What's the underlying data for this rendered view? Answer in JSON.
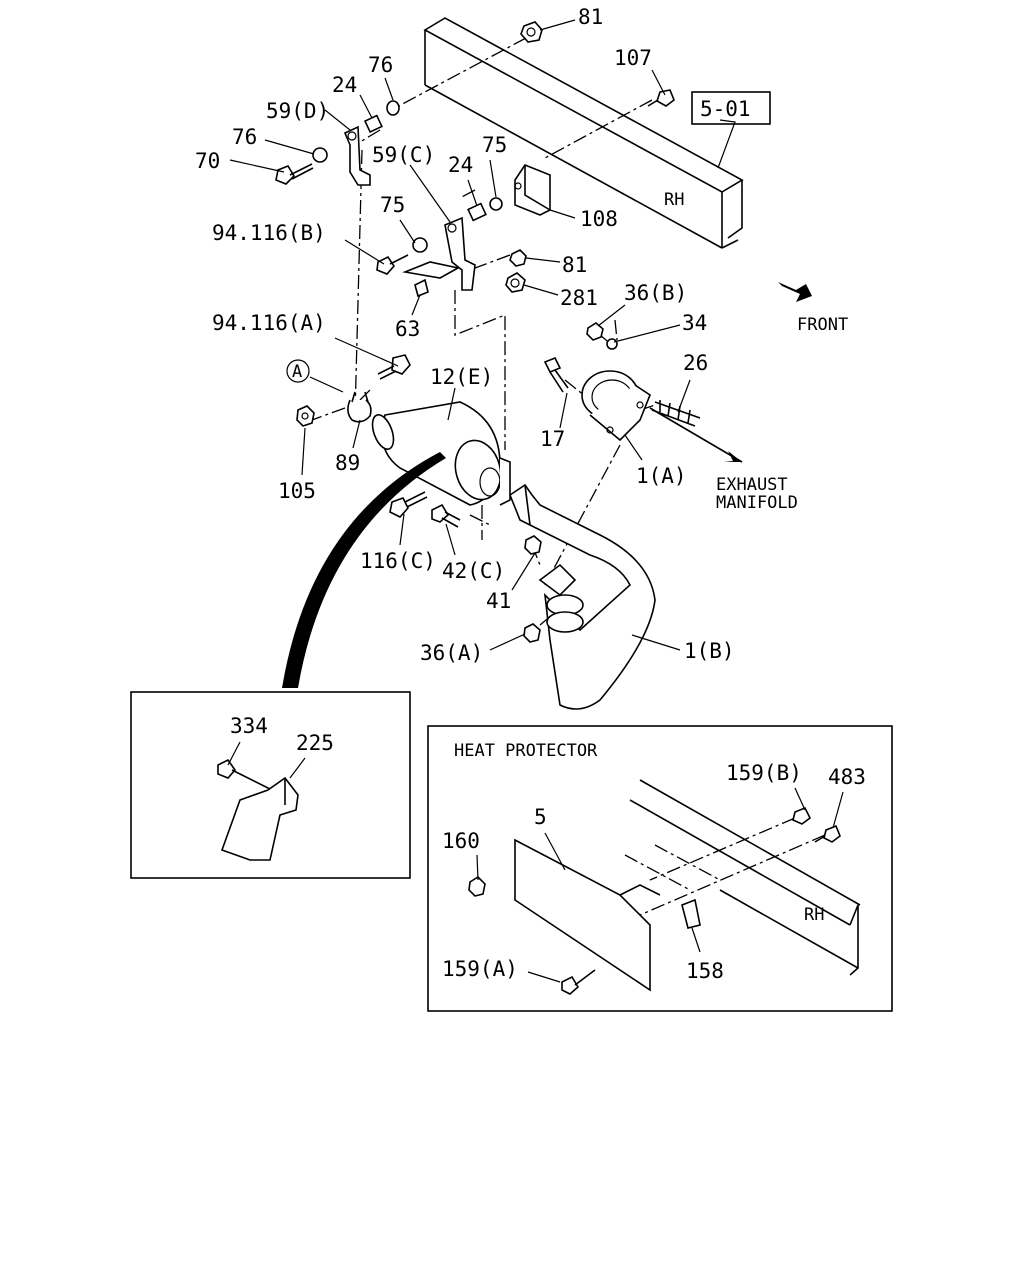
{
  "labels": {
    "l81a": "81",
    "l107": "107",
    "l5_01": "5-01",
    "l76a": "76",
    "l24a": "24",
    "l59d": "59(D)",
    "l76b": "76",
    "l70": "70",
    "l59c": "59(C)",
    "l24b": "24",
    "l75a": "75",
    "lRH1": "RH",
    "l108": "108",
    "l75b": "75",
    "l94b": "94.116(B)",
    "l81b": "81",
    "l281": "281",
    "l63": "63",
    "l36b": "36(B)",
    "l34": "34",
    "lfront": "FRONT",
    "l94a": "94.116(A)",
    "l26": "26",
    "lA": "A",
    "l12e": "12(E)",
    "l17": "17",
    "l1a": "1(A)",
    "l89": "89",
    "l105": "105",
    "lexh1": "EXHAUST",
    "lexh2": "MANIFOLD",
    "l116c": "116(C)",
    "l42c": "42(C)",
    "l41": "41",
    "l36a": "36(A)",
    "l1b": "1(B)",
    "l334": "334",
    "l225": "225",
    "lheat": "HEAT PROTECTOR",
    "l159b": "159(B)",
    "l483": "483",
    "l160": "160",
    "l5": "5",
    "lRH2": "RH",
    "l159a": "159(A)",
    "l158": "158"
  }
}
